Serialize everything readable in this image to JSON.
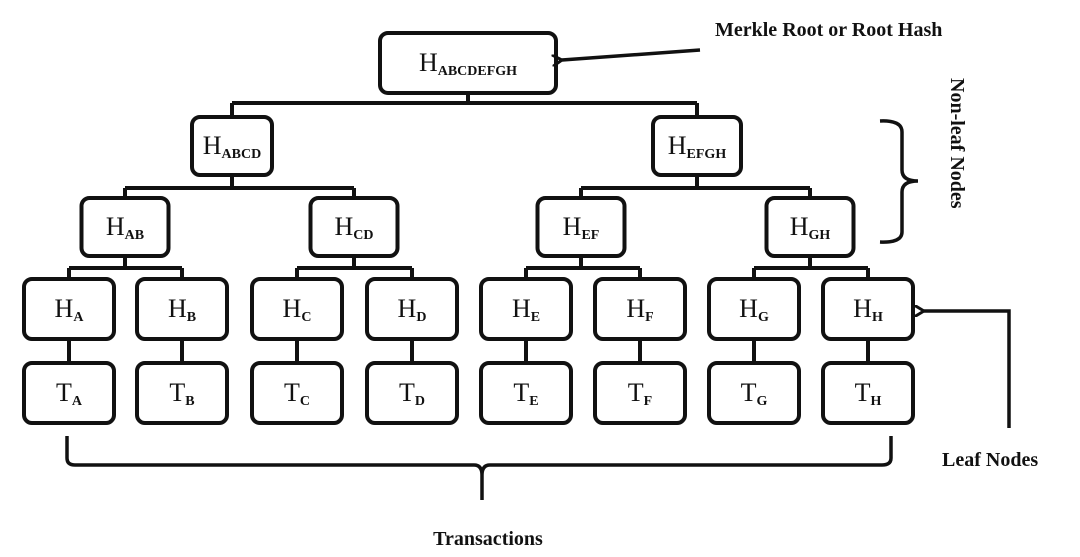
{
  "annotations": {
    "root_label": "Merkle Root or Root Hash",
    "non_leaf_label": "Non-leaf Nodes",
    "leaf_label": "Leaf Nodes",
    "transactions_label": "Transactions"
  },
  "tree": {
    "root": {
      "base": "H",
      "sub": "ABCDEFGH"
    },
    "level1": [
      {
        "base": "H",
        "sub": "ABCD"
      },
      {
        "base": "H",
        "sub": "EFGH"
      }
    ],
    "level2": [
      {
        "base": "H",
        "sub": "AB"
      },
      {
        "base": "H",
        "sub": "CD"
      },
      {
        "base": "H",
        "sub": "EF"
      },
      {
        "base": "H",
        "sub": "GH"
      }
    ],
    "leaves": [
      {
        "base": "H",
        "sub": "A"
      },
      {
        "base": "H",
        "sub": "B"
      },
      {
        "base": "H",
        "sub": "C"
      },
      {
        "base": "H",
        "sub": "D"
      },
      {
        "base": "H",
        "sub": "E"
      },
      {
        "base": "H",
        "sub": "F"
      },
      {
        "base": "H",
        "sub": "G"
      },
      {
        "base": "H",
        "sub": "H"
      }
    ],
    "transactions": [
      {
        "base": "T",
        "sub": "A"
      },
      {
        "base": "T",
        "sub": "B"
      },
      {
        "base": "T",
        "sub": "C"
      },
      {
        "base": "T",
        "sub": "D"
      },
      {
        "base": "T",
        "sub": "E"
      },
      {
        "base": "T",
        "sub": "F"
      },
      {
        "base": "T",
        "sub": "G"
      },
      {
        "base": "T",
        "sub": "H"
      }
    ]
  }
}
